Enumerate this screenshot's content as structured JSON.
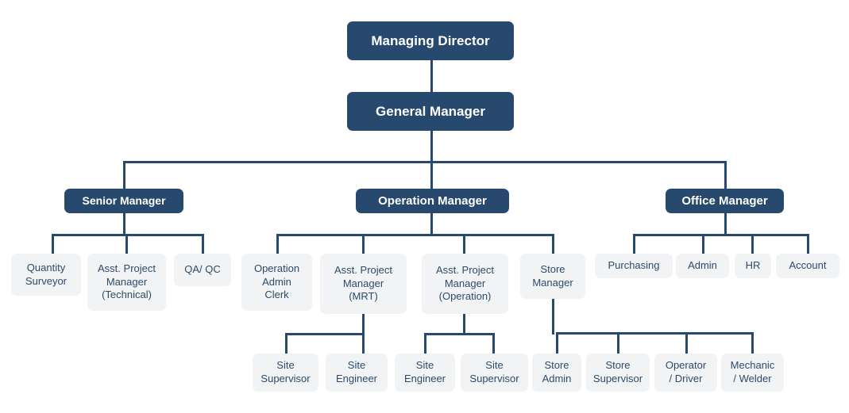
{
  "chart_data": {
    "type": "diagram",
    "title": "Organizational Chart",
    "diagram_kind": "org-chart",
    "colors": {
      "primary_box_fill": "#27496d",
      "primary_box_text": "#ffffff",
      "leaf_box_fill": "#f2f3f5",
      "leaf_box_text": "#2c4b6b",
      "connector": "#27496d",
      "background": "#ffffff"
    },
    "levels": [
      [
        "Managing Director"
      ],
      [
        "General Manager"
      ],
      [
        "Senior Manager",
        "Operation Manager",
        "Office Manager"
      ],
      [
        "Quantity Surveyor",
        "Asst. Project Manager (Technical)",
        "QA/ QC",
        "Operation Admin Clerk",
        "Asst. Project Manager (MRT)",
        "Asst. Project Manager (Operation)",
        "Store Manager",
        "Purchasing",
        "Admin",
        "HR",
        "Account"
      ],
      [
        "Site Supervisor",
        "Site Engineer",
        "Site Engineer",
        "Site Supervisor",
        "Store Admin",
        "Store Supervisor",
        "Operator / Driver",
        "Mechanic / Welder"
      ]
    ],
    "edges": [
      [
        "Managing Director",
        "General Manager"
      ],
      [
        "General Manager",
        "Senior Manager"
      ],
      [
        "General Manager",
        "Operation Manager"
      ],
      [
        "General Manager",
        "Office Manager"
      ],
      [
        "Senior Manager",
        "Quantity Surveyor"
      ],
      [
        "Senior Manager",
        "Asst. Project Manager (Technical)"
      ],
      [
        "Senior Manager",
        "QA/ QC"
      ],
      [
        "Operation Manager",
        "Operation Admin Clerk"
      ],
      [
        "Operation Manager",
        "Asst. Project Manager (MRT)"
      ],
      [
        "Operation Manager",
        "Asst. Project Manager (Operation)"
      ],
      [
        "Operation Manager",
        "Store Manager"
      ],
      [
        "Office Manager",
        "Purchasing"
      ],
      [
        "Office Manager",
        "Admin"
      ],
      [
        "Office Manager",
        "HR"
      ],
      [
        "Office Manager",
        "Account"
      ],
      [
        "Asst. Project Manager (MRT)",
        "Site Supervisor"
      ],
      [
        "Asst. Project Manager (MRT)",
        "Site Engineer"
      ],
      [
        "Asst. Project Manager (Operation)",
        "Site Engineer"
      ],
      [
        "Asst. Project Manager (Operation)",
        "Site Supervisor"
      ],
      [
        "Store Manager",
        "Store Admin"
      ],
      [
        "Store Manager",
        "Store Supervisor"
      ],
      [
        "Store Manager",
        "Operator / Driver"
      ],
      [
        "Store Manager",
        "Mechanic / Welder"
      ]
    ]
  },
  "nodes": {
    "managing_director": {
      "label": "Managing Director"
    },
    "general_manager": {
      "label": "General Manager"
    },
    "senior_manager": {
      "label": "Senior Manager"
    },
    "operation_manager": {
      "label": "Operation Manager"
    },
    "office_manager": {
      "label": "Office Manager"
    },
    "quantity_surveyor": {
      "label": "Quantity\nSurveyor"
    },
    "apm_technical": {
      "label": "Asst. Project\nManager\n(Technical)"
    },
    "qa_qc": {
      "label": "QA/ QC"
    },
    "operation_admin_clerk": {
      "label": "Operation\nAdmin\nClerk"
    },
    "apm_mrt": {
      "label": "Asst. Project\nManager\n(MRT)"
    },
    "apm_operation": {
      "label": "Asst. Project\nManager\n(Operation)"
    },
    "store_manager": {
      "label": "Store\nManager"
    },
    "purchasing": {
      "label": "Purchasing"
    },
    "admin": {
      "label": "Admin"
    },
    "hr": {
      "label": "HR"
    },
    "account": {
      "label": "Account"
    },
    "mrt_site_supervisor": {
      "label": "Site\nSupervisor"
    },
    "mrt_site_engineer": {
      "label": "Site\nEngineer"
    },
    "op_site_engineer": {
      "label": "Site\nEngineer"
    },
    "op_site_supervisor": {
      "label": "Site\nSupervisor"
    },
    "store_admin": {
      "label": "Store\nAdmin"
    },
    "store_supervisor": {
      "label": "Store\nSupervisor"
    },
    "operator_driver": {
      "label": "Operator\n/ Driver"
    },
    "mechanic_welder": {
      "label": "Mechanic\n/ Welder"
    }
  }
}
